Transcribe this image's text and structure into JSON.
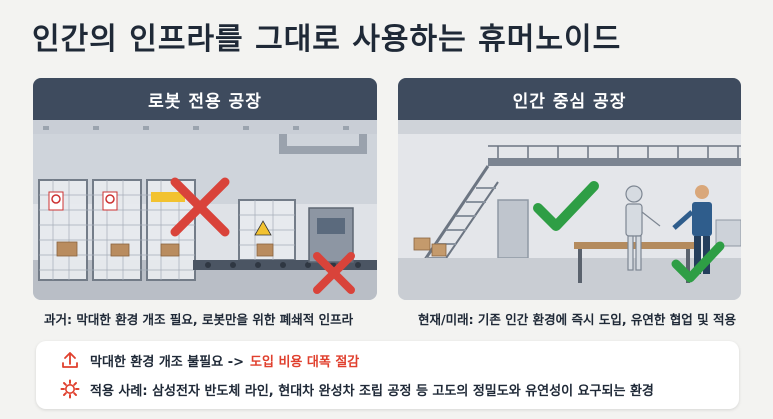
{
  "title": "인간의 인프라를 그대로 사용하는 휴머노이드",
  "left_panel": {
    "header": "로봇 전용 공장",
    "caption": "과거: 막대한 환경 개조 필요, 로봇만을 위한 폐쇄적 인프라"
  },
  "right_panel": {
    "header": "인간 중심 공장",
    "caption": "현재/미래: 기존 인간 환경에 즉시 도입, 유연한 협업 및 적용"
  },
  "info_box": {
    "row1_text": "막대한 환경 개조 불필요 ->",
    "row1_highlight": "도입 비용 대폭 절감",
    "row2_text": "적용 사례: 삼성전자 반도체 라인, 현대차 완성차 조립 공정 등 고도의 정밀도와 유연성이 요구되는 환경"
  },
  "icons": {
    "row1": "upload-arrow-icon",
    "row2": "gear-icon",
    "left_panel_marks": "red-x-icon",
    "right_panel_marks": "green-check-icon"
  },
  "colors": {
    "header_bg": "#3e4b5e",
    "accent_red": "#e0402e",
    "cross_red": "#d9433a",
    "check_green": "#2e9e45"
  }
}
